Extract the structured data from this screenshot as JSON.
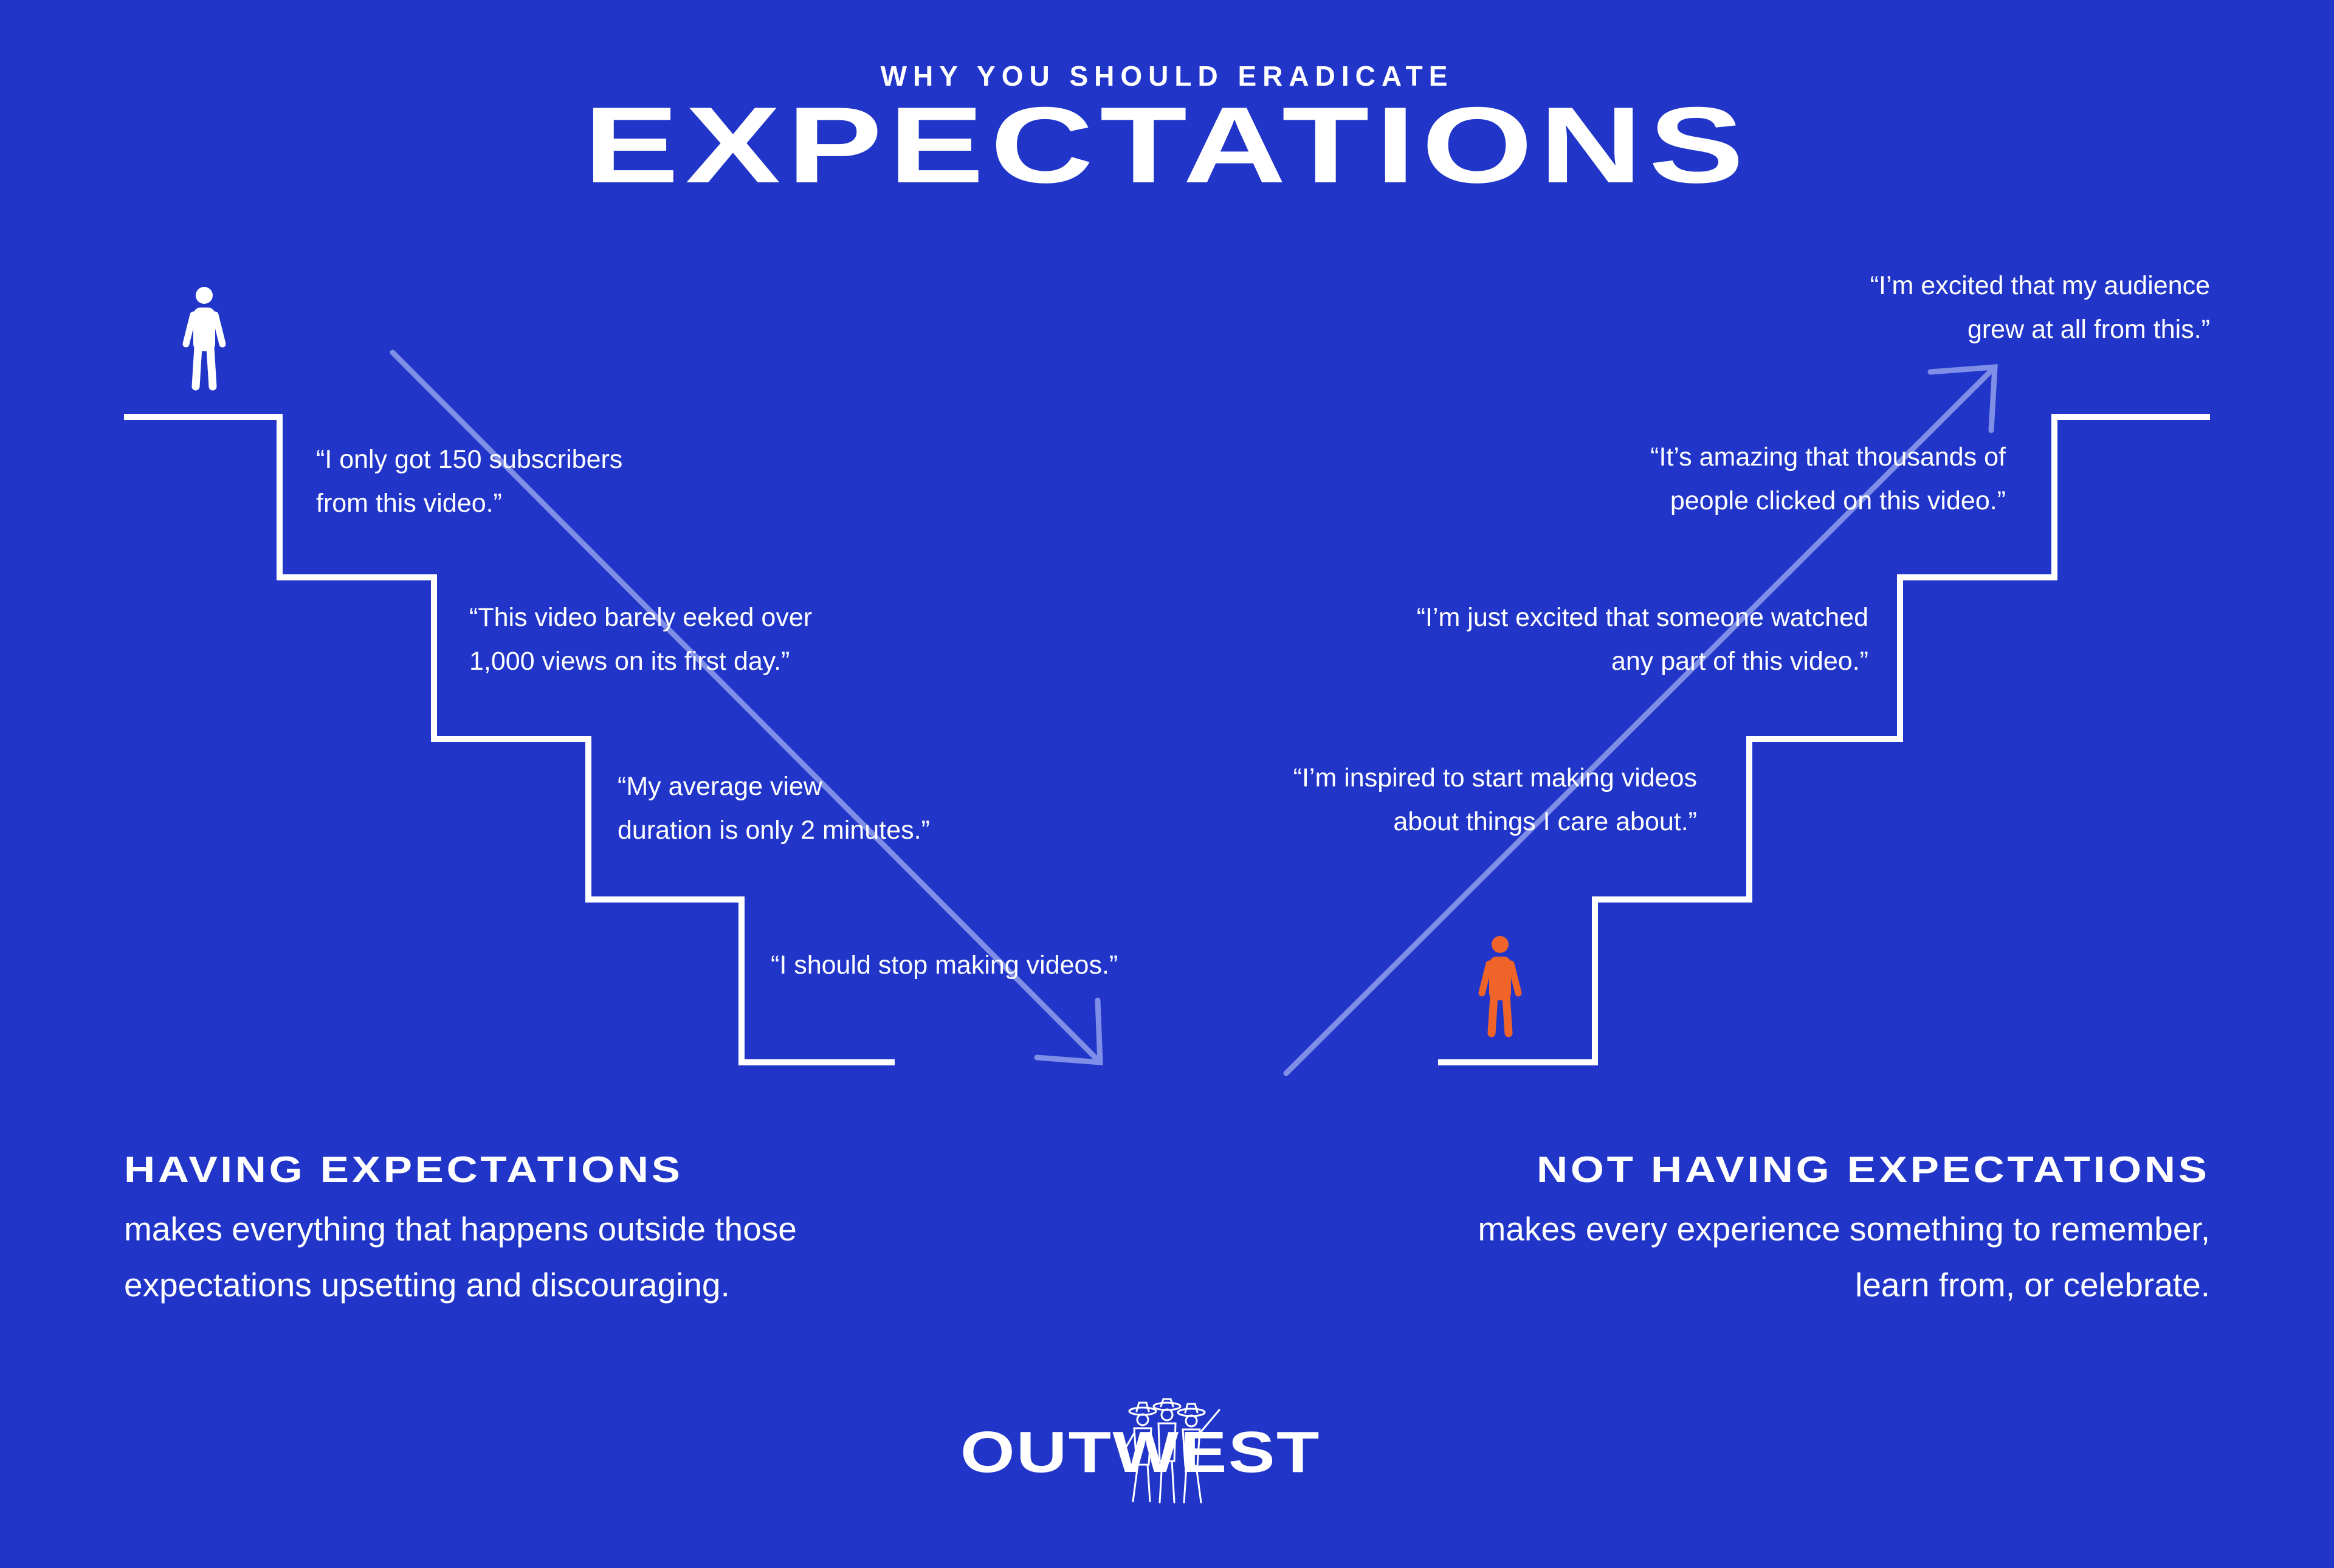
{
  "header": {
    "kicker": "WHY YOU SHOULD ERADICATE",
    "title": "EXPECTATIONS"
  },
  "left": {
    "quotes": [
      {
        "line1": "“I only got 150 subscribers",
        "line2": "from this video.”"
      },
      {
        "line1": "“This video barely eeked over",
        "line2": "1,000 views on its first day.”"
      },
      {
        "line1": "“My average view",
        "line2": "duration is only 2 minutes.”"
      },
      {
        "line1": "“I should stop making videos.”",
        "line2": ""
      }
    ],
    "heading": "HAVING EXPECTATIONS",
    "desc_line1": "makes everything that happens outside those",
    "desc_line2": "expectations upsetting and discouraging."
  },
  "right": {
    "quotes": [
      {
        "line1": "“I’m excited that my audience",
        "line2": "grew at all from this.”"
      },
      {
        "line1": "“It’s amazing that thousands of",
        "line2": "people clicked on this video.”"
      },
      {
        "line1": "“I’m just excited that someone watched",
        "line2": "any part of this video.”"
      },
      {
        "line1": "“I’m inspired to start making videos",
        "line2": "about things I care about.”"
      }
    ],
    "heading": "NOT HAVING EXPECTATIONS",
    "desc_line1": "makes every experience something to remember,",
    "desc_line2": "learn from, or celebrate."
  },
  "logo": {
    "text": "OUTWEST"
  },
  "colors": {
    "background": "#2136c8",
    "figure_left": "#ffffff",
    "figure_right": "#f0642a",
    "arrow": "#7f8ee6"
  }
}
